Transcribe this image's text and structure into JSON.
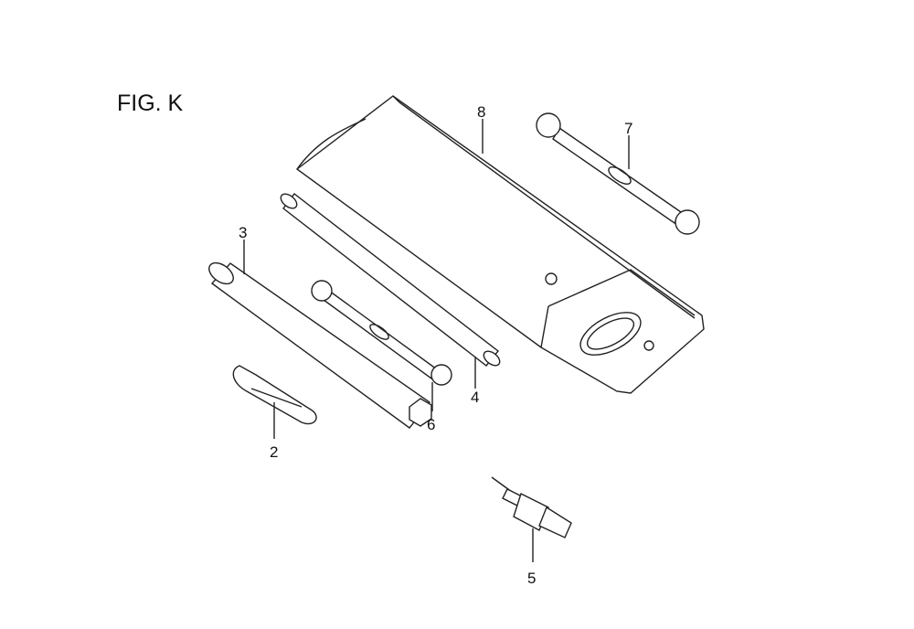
{
  "figure": {
    "title": "FIG. K",
    "labels": {
      "tool_bag": "8",
      "wrench_large": "7",
      "socket_wrench": "3",
      "rod": "4",
      "wrench_small": "6",
      "screwdriver": "2",
      "spark_plug": "5"
    }
  }
}
